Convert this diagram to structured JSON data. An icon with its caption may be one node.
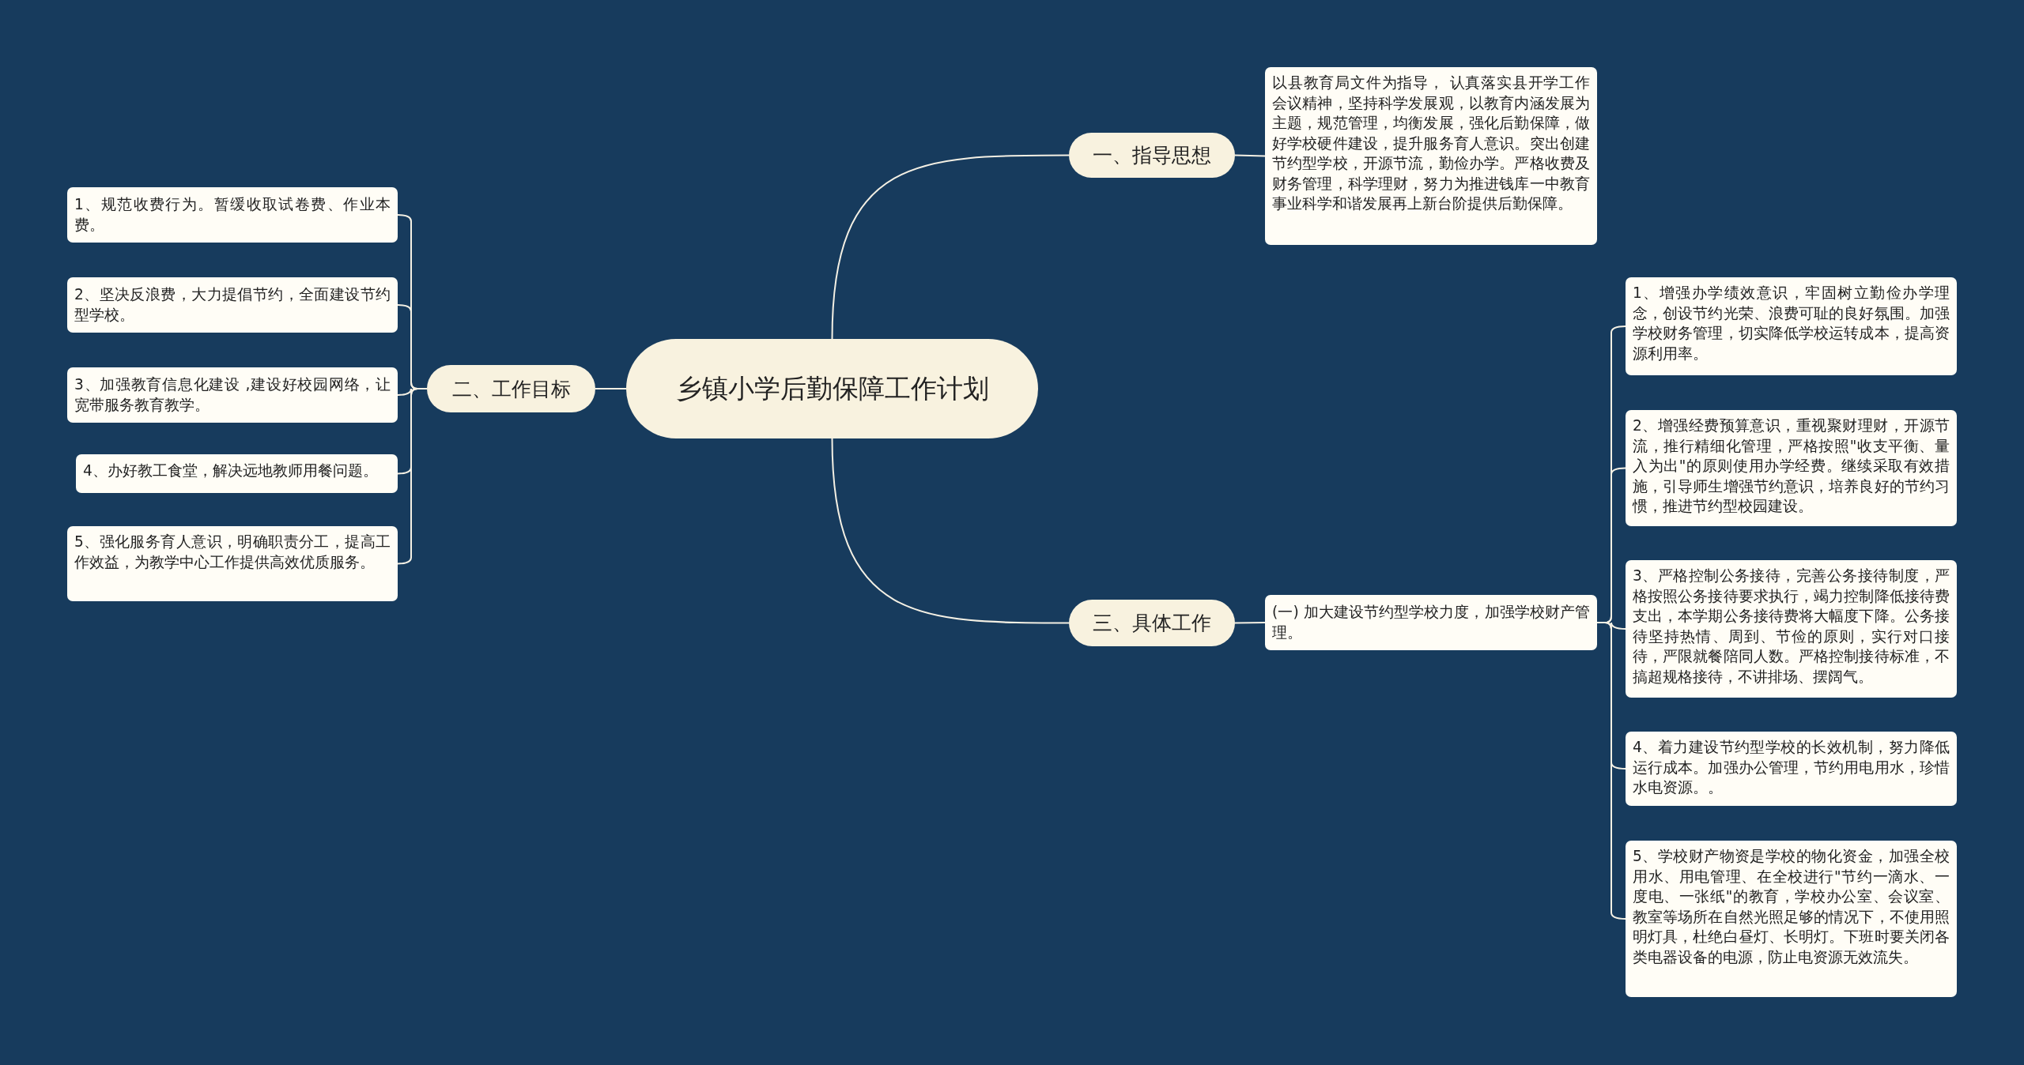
{
  "diagram": {
    "nodes": [
      {
        "text": [
          "乡镇小学后勤保障工作计划"
        ]
      },
      {
        "text": [
          "一、指导思想"
        ]
      },
      {
        "text": [
          "以县教育局文件为指导， 认真落实县开学工作会议精神，坚持科学发展观，以教育内涵发展为主题，规范管理，均衡发展，强化后勤保障，做好学校硬件建设，提升服务育人意识。突出创建节约型学校，开源节流，勤俭办学。严格收费及财务管理，科学理财，努力为推进钱库一中教育事业科学和谐发展再上新台阶提供后勤保障。"
        ]
      },
      {
        "text": [
          "二、工作目标"
        ]
      },
      {
        "text": [
          "1、规范收费行为。暂缓收取试卷费、作业本费。"
        ]
      },
      {
        "text": [
          "2、坚决反浪费，大力提倡节约，全面建设节约型学校。"
        ]
      },
      {
        "text": [
          "3、加强教育信息化建设 ,建设好校园网络，让宽带服务教育教学。"
        ]
      },
      {
        "text": [
          "4、办好教工食堂，解决远地教师用餐问题。"
        ]
      },
      {
        "text": [
          "5、强化服务育人意识，明确职责分工，提高工作效益，为教学中心工作提供高效优质服务。"
        ]
      },
      {
        "text": [
          "三、具体工作"
        ]
      },
      {
        "text": [
          "(一) 加大建设节约型学校力度，加强学校财产管理。"
        ]
      },
      {
        "text": [
          "1、增强办学绩效意识，牢固树立勤俭办学理念，创设节约光荣、浪费可耻的良好氛围。加强学校财务管理，切实降低学校运转成本，提高资源利用率。"
        ]
      },
      {
        "text": [
          "2、增强经费预算意识，重视聚财理财，开源节流，推行精细化管理，严格按照\"收支平衡、量入为出\"的原则使用办学经费。继续采取有效措施，引导师生增强节约意识，培养良好的节约习惯，推进节约型校园建设。"
        ]
      },
      {
        "text": [
          "3、严格控制公务接待，完善公务接待制度，严格按照公务接待要求执行，竭力控制降低接待费支出，本学期公务接待费将大幅度下降。公务接待坚持热情、周到、节俭的原则，实行对口接待，严限就餐陪同人数。严格控制接待标准，不搞超规格接待，不讲排场、摆阔气。"
        ]
      },
      {
        "text": [
          "4、着力建设节约型学校的长效机制，努力降低运行成本。加强办公管理，节约用电用水，珍惜水电资源。。"
        ]
      },
      {
        "text": [
          "5、学校财产物资是学校的物化资金，加强全校用水、用电管理、在全校进行\"节约一滴水、一度电、一张纸\"的教育，学校办公室、会议室、教室等场所在自然光照足够的情况下，不使用照明灯具，杜绝白昼灯、长明灯。下班时要关闭各类电器设备的电源，防止电资源无效流失。"
        ]
      }
    ],
    "edges": [
      {
        "from": 0,
        "to": 1,
        "arrow": "none"
      },
      {
        "from": 1,
        "to": 2,
        "arrow": "none"
      },
      {
        "from": 0,
        "to": 3,
        "arrow": "none"
      },
      {
        "from": 3,
        "to": 4,
        "arrow": "none"
      },
      {
        "from": 3,
        "to": 5,
        "arrow": "none"
      },
      {
        "from": 3,
        "to": 6,
        "arrow": "none"
      },
      {
        "from": 3,
        "to": 7,
        "arrow": "none"
      },
      {
        "from": 3,
        "to": 8,
        "arrow": "none"
      },
      {
        "from": 0,
        "to": 9,
        "arrow": "none"
      },
      {
        "from": 9,
        "to": 10,
        "arrow": "none"
      },
      {
        "from": 10,
        "to": 11,
        "arrow": "none"
      },
      {
        "from": 10,
        "to": 12,
        "arrow": "none"
      },
      {
        "from": 10,
        "to": 13,
        "arrow": "none"
      },
      {
        "from": 10,
        "to": 14,
        "arrow": "none"
      },
      {
        "from": 10,
        "to": 15,
        "arrow": "none"
      }
    ]
  }
}
